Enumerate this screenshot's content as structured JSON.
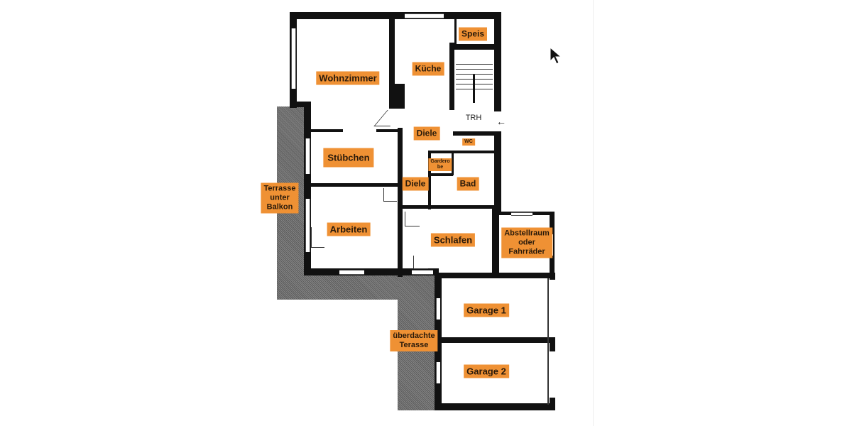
{
  "floor_plan": {
    "rooms": {
      "speis": "Speis",
      "kueche": "Küche",
      "wohnzimmer": "Wohnzimmer",
      "trh": "TRH",
      "diele_top": "Diele",
      "wc": "WC",
      "garderobe_line1": "Gardero",
      "garderobe_line2": "be",
      "stuebchen": "Stübchen",
      "diele_bottom": "Diele",
      "bad": "Bad",
      "terrasse_line1": "Terrasse",
      "terrasse_line2": "unter",
      "terrasse_line3": "Balkon",
      "arbeiten": "Arbeiten",
      "schlafen": "Schlafen",
      "abstell_line1": "Abstellraum",
      "abstell_line2": "oder",
      "abstell_line3": "Fahrräder",
      "garage1": "Garage 1",
      "ueberdacht_line1": "überdachte",
      "ueberdacht_line2": "Terasse",
      "garage2": "Garage 2"
    },
    "entrance_arrow": "←",
    "colors": {
      "label_bg": "#ef9134",
      "wall": "#111111",
      "terrace_hatch": "#aaaaaa"
    }
  }
}
